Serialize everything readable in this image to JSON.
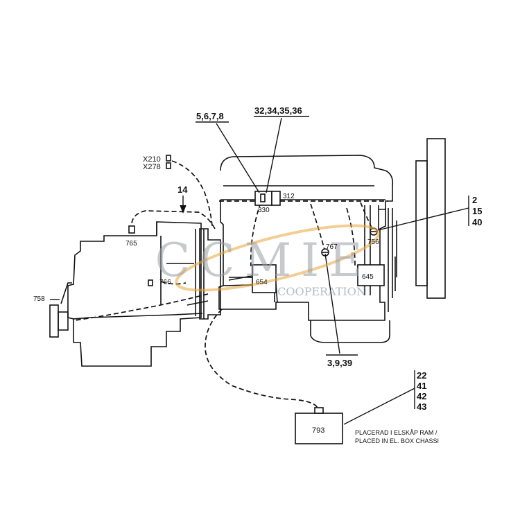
{
  "callouts": {
    "c_5678": "5,6,7,8",
    "c_32": "32,34,35,36",
    "c_14": "14",
    "c_3939": "3,9,39",
    "c_x210": "X210",
    "c_x278": "X278"
  },
  "component_labels": {
    "k312": "312",
    "k330": "330",
    "k765": "765",
    "k766": "766",
    "k654": "654",
    "k767": "767",
    "k756": "756",
    "k645": "645",
    "k758": "758",
    "k793": "793"
  },
  "ref_groups": {
    "right": [
      "2",
      "15",
      "40"
    ],
    "bottom": [
      "22",
      "41",
      "42",
      "43"
    ]
  },
  "note": {
    "line1": "PLACERAD I ELSKÅP RAM /",
    "line2": "PLACED IN EL. BOX CHASSI"
  },
  "watermark": {
    "logo_text": "CCMIE",
    "sub_text": "COOPERATION",
    "accent_color": "#e8a63a"
  }
}
